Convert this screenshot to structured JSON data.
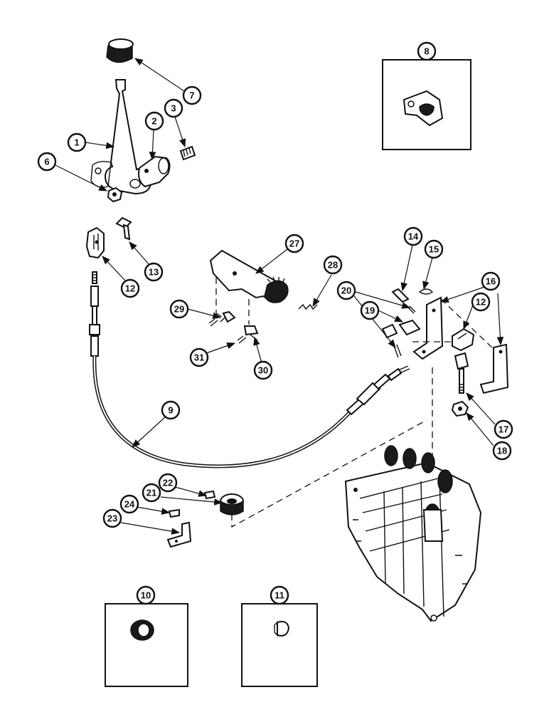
{
  "callouts": {
    "c1": "1",
    "c2": "2",
    "c3": "3",
    "c6": "6",
    "c7": "7",
    "c8": "8",
    "c9": "9",
    "c10": "10",
    "c11": "11",
    "c12a": "12",
    "c12b": "12",
    "c13": "13",
    "c14": "14",
    "c15": "15",
    "c16": "16",
    "c17": "17",
    "c18": "18",
    "c19": "19",
    "c20": "20",
    "c21": "21",
    "c22": "22",
    "c23": "23",
    "c24": "24",
    "c27": "27",
    "c28": "28",
    "c29": "29",
    "c30": "30",
    "c31": "31"
  }
}
